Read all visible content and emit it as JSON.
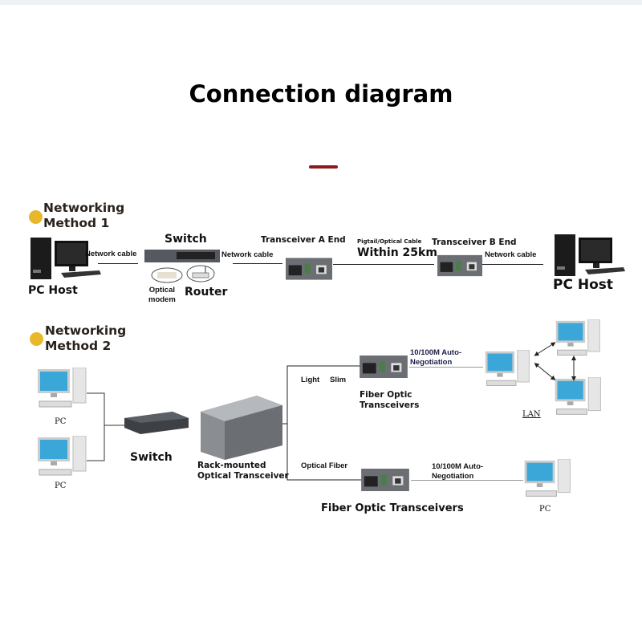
{
  "title": "Connection diagram",
  "colors": {
    "accent": "#8b1a1a",
    "bullet": "#e8b82a",
    "device": "#6b6e73",
    "screen": "#3aa7d8"
  },
  "method1": {
    "heading_line1": "Networking",
    "heading_line2": "Method 1",
    "pc_left_label": "PC Host",
    "cable1_label": "Network cable",
    "switch_label": "Switch",
    "optical_modem_line1": "Optical",
    "optical_modem_line2": "modem",
    "router_label": "Router",
    "cable2_label": "Network cable",
    "transceiver_a_label": "Transceiver A End",
    "pigtail_label": "Pigtail/Optical Cable",
    "distance_label": "Within 25km",
    "transceiver_b_label": "Transceiver B End",
    "cable3_label": "Network cable",
    "pc_right_label": "PC Host"
  },
  "method2": {
    "heading_line1": "Networking",
    "heading_line2": "Method 2",
    "pc1_label": "PC",
    "pc2_label": "PC",
    "switch_label": "Switch",
    "rack_line1": "Rack-mounted",
    "rack_line2": "Optical Transceiver",
    "light_label": "Light",
    "slim_label": "Slim",
    "fot_top_line1": "Fiber Optic",
    "fot_top_line2": "Transceivers",
    "auto_top_line1": "10/100M Auto-",
    "auto_top_line2": "Negotiation",
    "lan_label": "LAN",
    "optical_fiber_label": "Optical Fiber",
    "auto_bottom_line1": "10/100M Auto-",
    "auto_bottom_line2": "Negotiation",
    "fot_bottom_label": "Fiber Optic Transceivers",
    "pc3_label": "PC"
  }
}
